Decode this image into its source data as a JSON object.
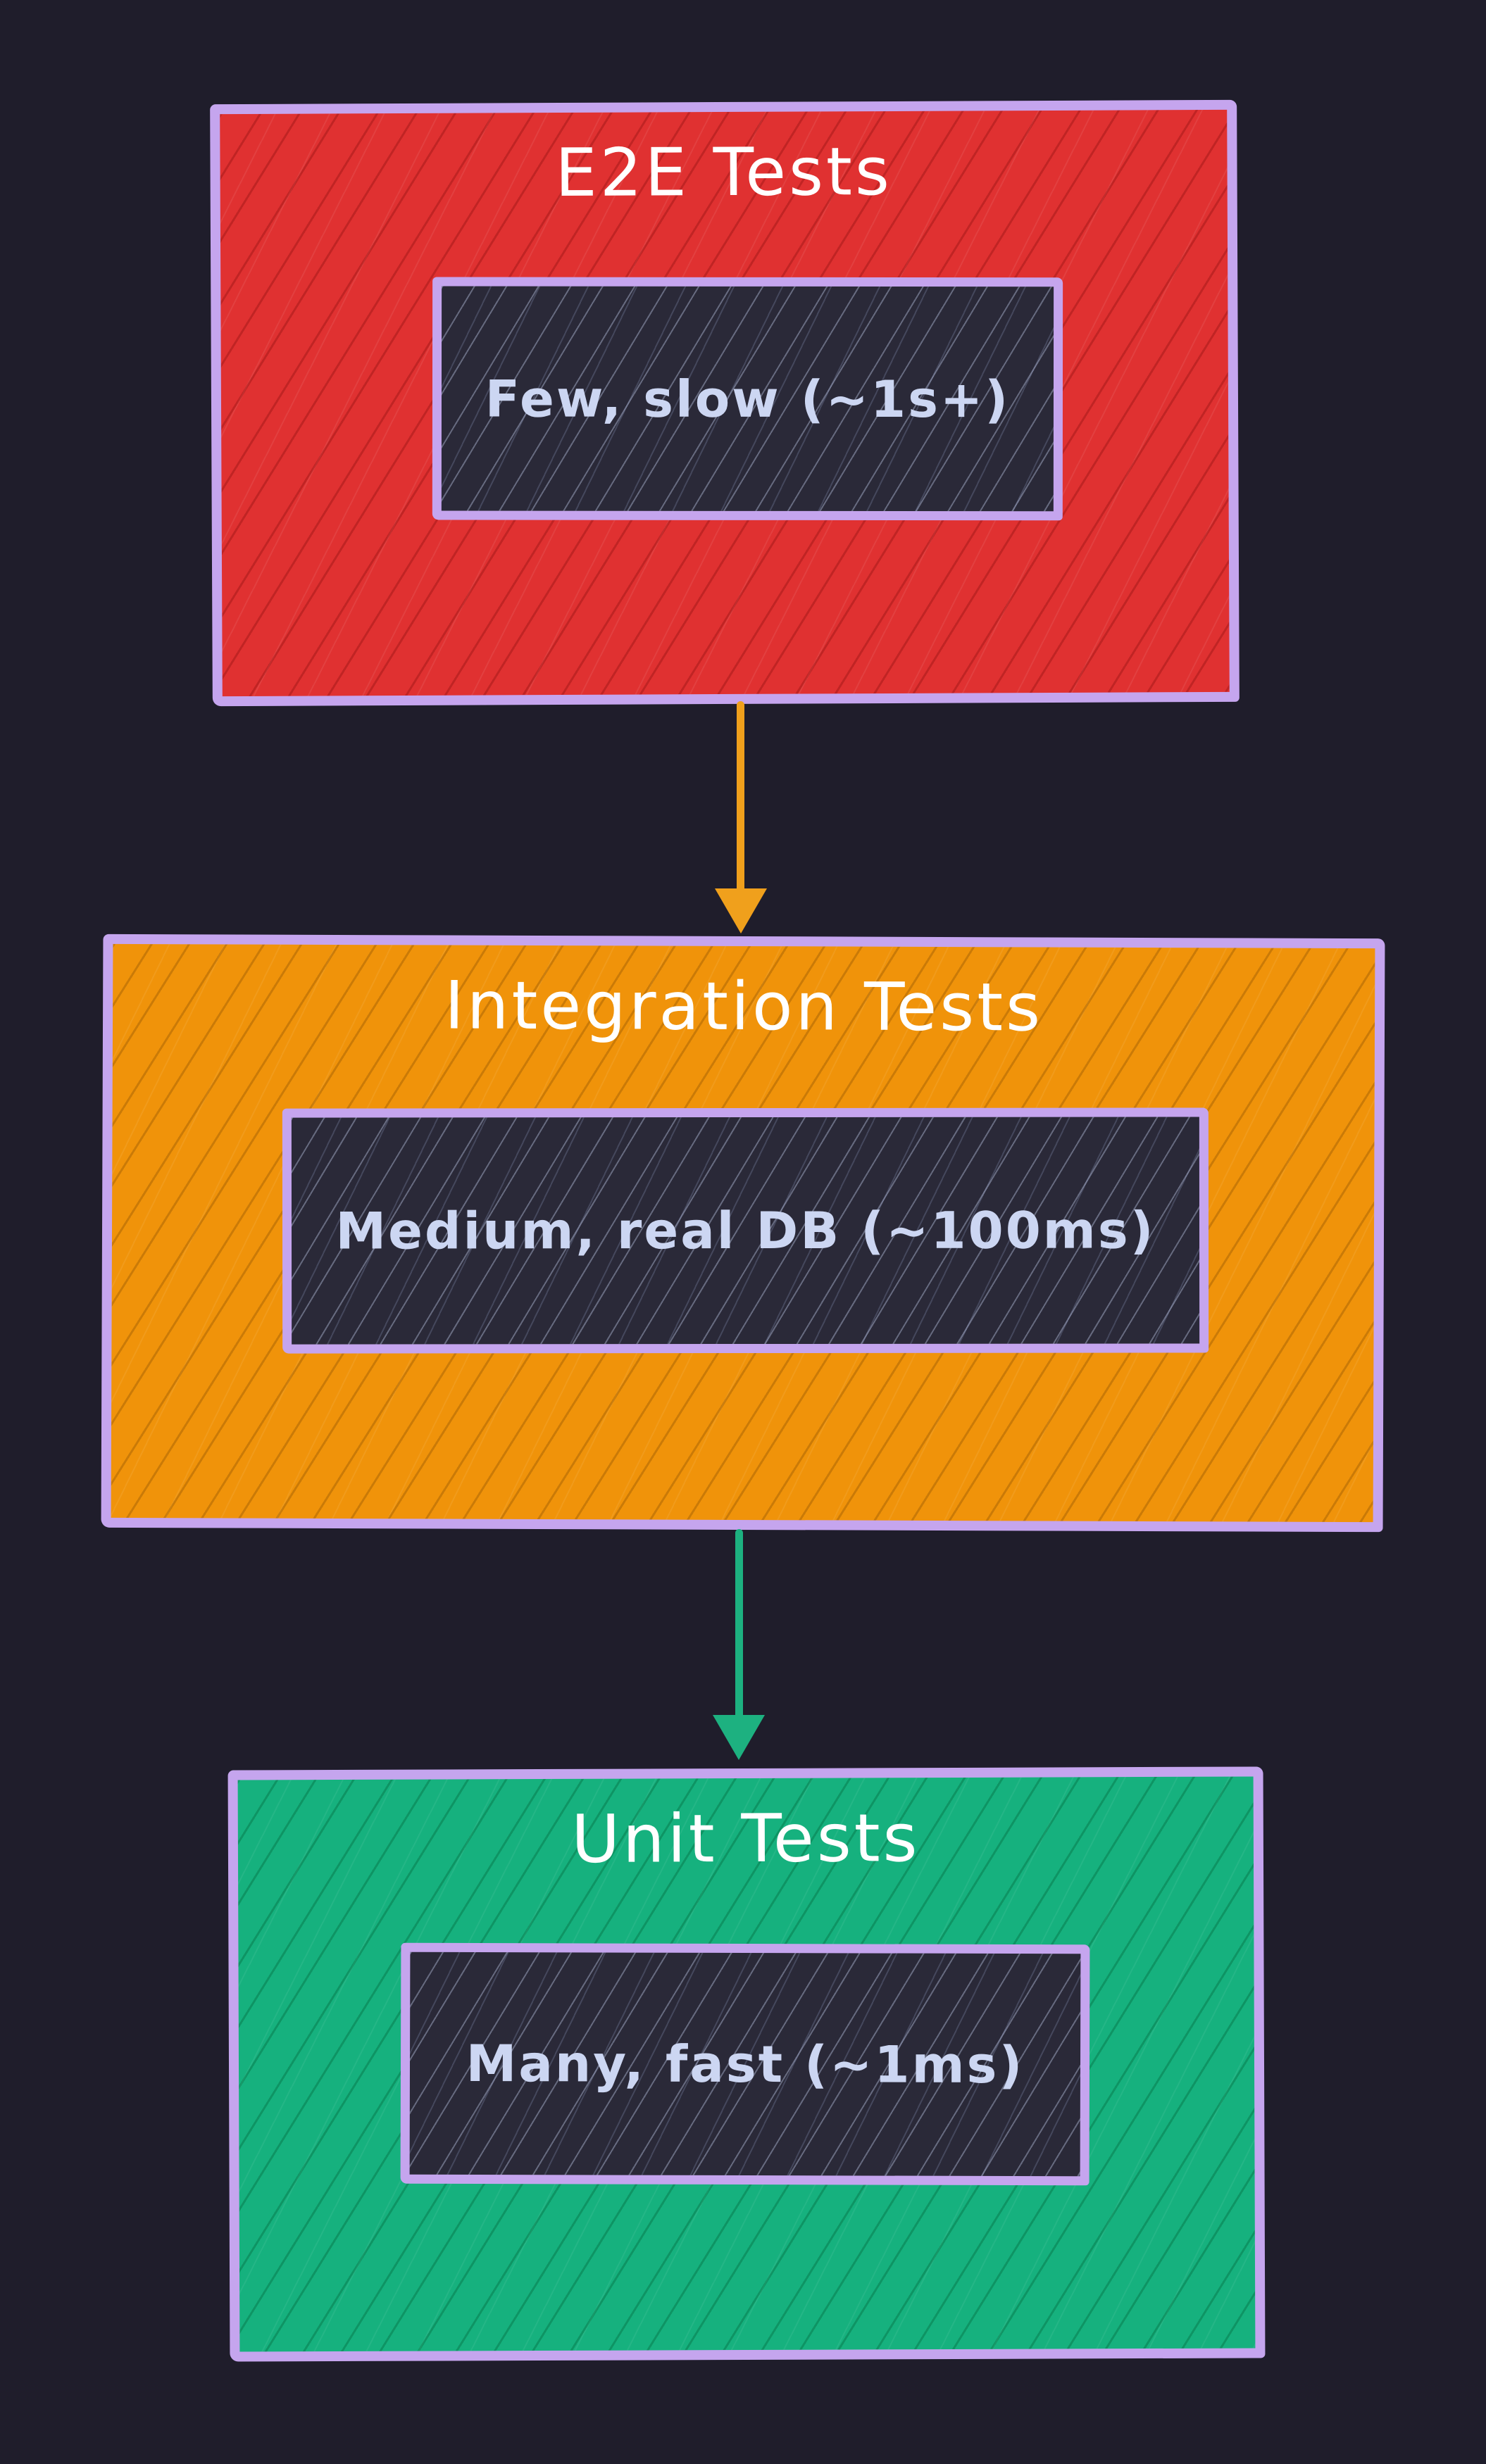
{
  "diagram": {
    "background_color": "#1f1d2b",
    "frame_border_color": "#c5a5ee",
    "inner_box_fill": "#2a2938",
    "inner_text_color": "#ccd6f2",
    "title_text_color": "#ffffff",
    "nodes": [
      {
        "id": "e2e",
        "title": "E2E Tests",
        "detail": "Few, slow (~1s+)",
        "fill": "#e03131"
      },
      {
        "id": "integration",
        "title": "Integration Tests",
        "detail": "Medium, real DB (~100ms)",
        "fill": "#f0930a"
      },
      {
        "id": "unit",
        "title": "Unit Tests",
        "detail": "Many, fast (~1ms)",
        "fill": "#16b17e"
      }
    ],
    "arrows": [
      {
        "from": "e2e",
        "to": "integration",
        "color": "#f0a01c",
        "direction": "down"
      },
      {
        "from": "integration",
        "to": "unit",
        "color": "#1db180",
        "direction": "down"
      }
    ]
  }
}
